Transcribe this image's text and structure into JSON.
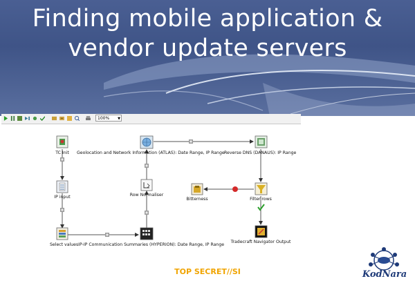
{
  "slide": {
    "title_line1": "Finding mobile application &",
    "title_line2": "vendor update servers",
    "classification": "TOP SECRET//SI",
    "logo_text": "KodNara"
  },
  "toolbar": {
    "zoom_value": "100%",
    "icons": [
      "run-icon",
      "pause-icon",
      "stop-icon",
      "step-icon",
      "preview-icon",
      "check-icon",
      "analyze-icon",
      "sql-icon",
      "explore-icon",
      "impact-icon",
      "print-icon"
    ]
  },
  "workflow": {
    "nodes": {
      "tc_init": "TC Init",
      "ip_input": "IP input",
      "select_values": "Select valuesIP-IP Communication Summaries (HYPERION): Date Range, IP Range",
      "geolocation": "Geolocation and Network Information (ATLAS): Date Range, IP Range",
      "row_normaliser": "Row Normaliser",
      "reverse_dns": "Reverse DNS (DANAUS): IP Range",
      "filter_rows": "Filter rows",
      "bitterness": "Bitterness",
      "tradecraft": "Tradecraft Navigator Output"
    }
  }
}
